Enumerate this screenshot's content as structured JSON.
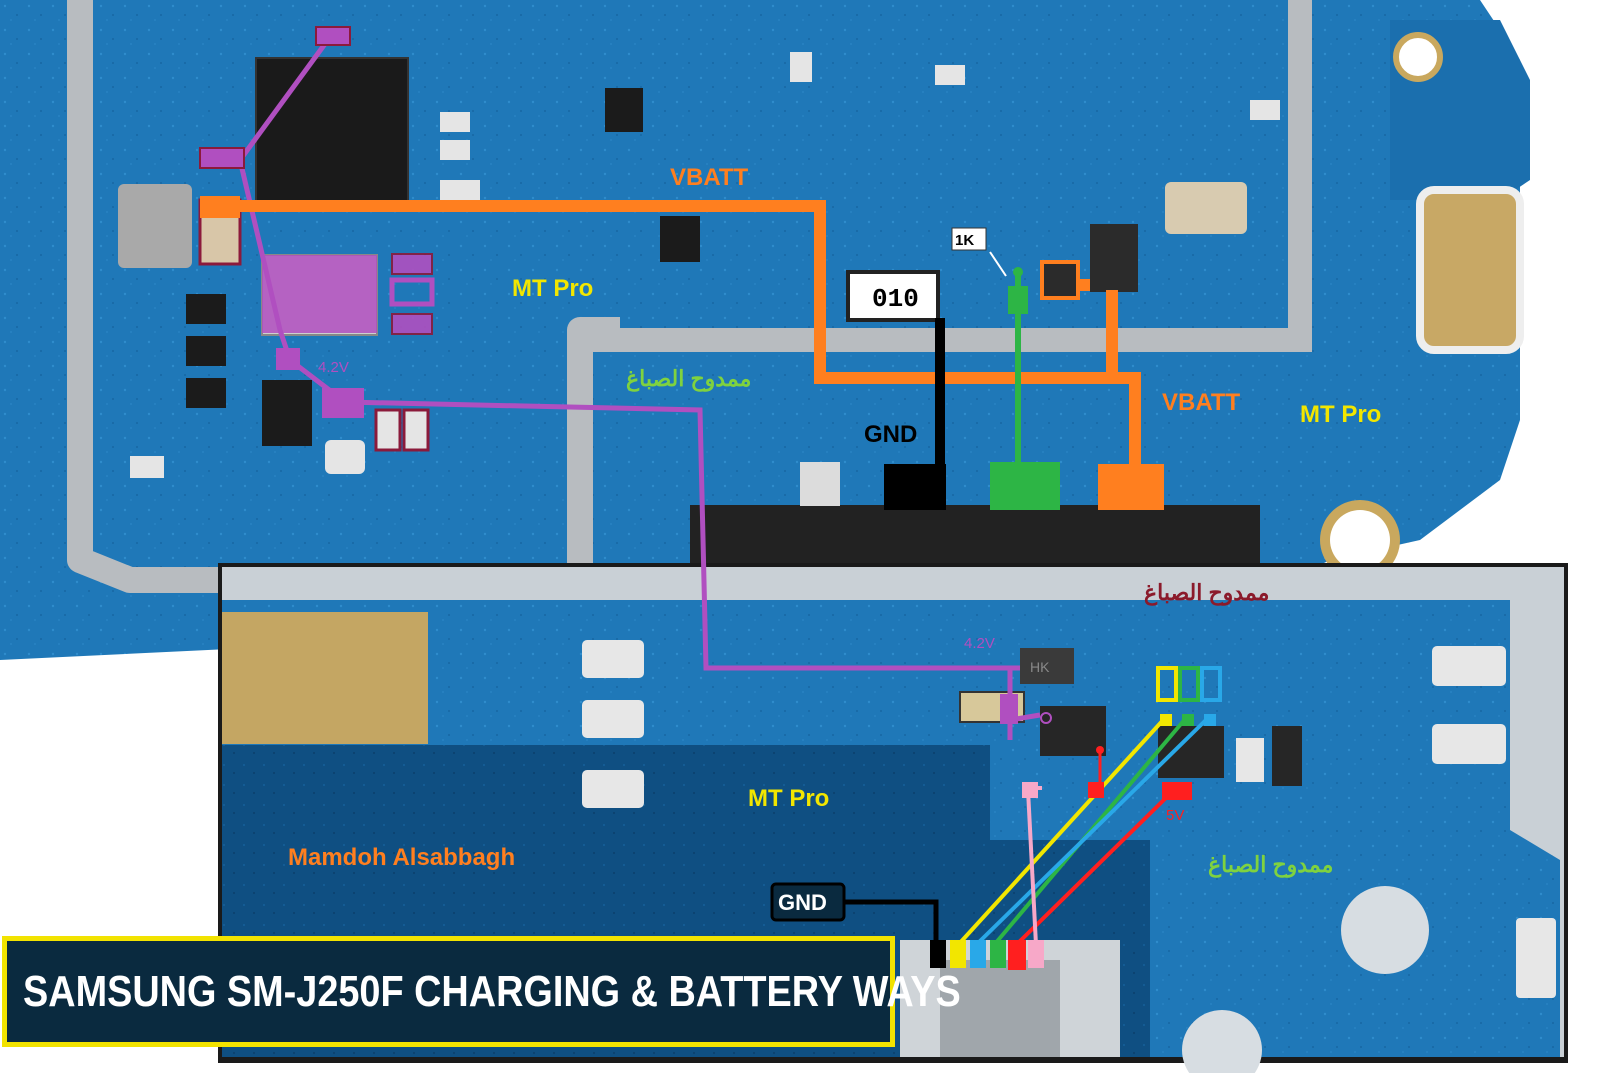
{
  "title": "SAMSUNG SM-J250F CHARGING & BATTERY WAYS",
  "labels": {
    "vbatt_top": "VBATT",
    "vbatt_right": "VBATT",
    "gnd_top": "GND",
    "gnd_bottom": "GND",
    "mtpro_1": "MT Pro",
    "mtpro_2": "MT Pro",
    "mtpro_3": "MT Pro",
    "arabic_1": "ممدوح الصباغ",
    "arabic_2": "ممدوح الصباغ",
    "arabic_3": "ممدوح الصباغ",
    "author": "Mamdoh Alsabbagh",
    "resistor": "1K",
    "v42_top": "4.2V",
    "v42_bottom": "4.2V",
    "v5": "5V",
    "marking_010": "010",
    "marking_hk": "HK"
  },
  "colors": {
    "board": "#1f78b8",
    "board_dark": "#0e4f86",
    "shield": "#b8bcc0",
    "vbatt": "#ff7f1f",
    "gnd": "#000000",
    "batt_id": "#2db545",
    "charge_path": "#b04fc0",
    "usb_vbus": "#ff1f1f",
    "usb_dp": "#f2e600",
    "usb_dm": "#29a8e8",
    "usb_id": "#2db545",
    "usb_extra": "#f7a8c8",
    "title_bg": "#0a2a3f",
    "title_border": "#f2e300"
  }
}
